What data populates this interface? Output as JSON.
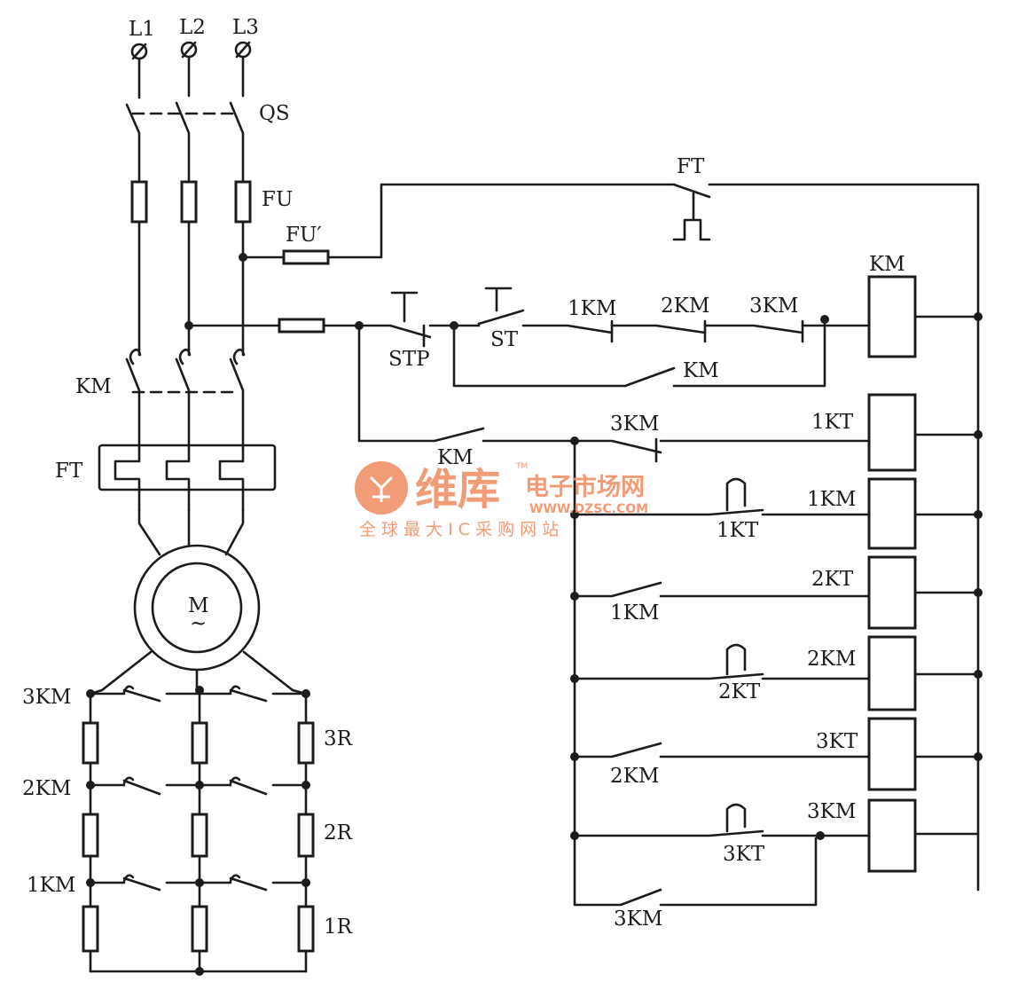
{
  "labels": {
    "l1": "L1",
    "l2": "L2",
    "l3": "L3",
    "qs": "QS",
    "fu": "FU",
    "fu_prime": "FU′",
    "km_main": "KM",
    "ft_main": "FT",
    "motor": "M",
    "motor_tilde": "~",
    "r3km": "3KM",
    "r2km": "2KM",
    "r1km": "1KM",
    "r3r": "3R",
    "r2r": "2R",
    "r1r": "1R",
    "ft_ctrl": "FT",
    "stp": "STP",
    "st": "ST",
    "c1km": "1KM",
    "c2km": "2KM",
    "c3km": "3KM",
    "km_hold": "KM",
    "km_coil": "KM",
    "km_no": "KM",
    "c3km_nc": "3KM",
    "coil_1kt": "1KT",
    "kt1": "1KT",
    "coil_1km": "1KM",
    "c1km_no": "1KM",
    "coil_2kt": "2KT",
    "kt2": "2KT",
    "coil_2km": "2KM",
    "c2km_no": "2KM",
    "coil_3kt": "3KT",
    "kt3": "3KT",
    "coil_3km": "3KM",
    "c3km_hold": "3KM"
  },
  "watermark": {
    "brand": "维库",
    "tm": "TM",
    "tagline": "电子市场网",
    "url": "WWW.DZSC.COM",
    "slogan": "全 球 最 大 I C 采 购 网 站",
    "color": "#f08a60"
  }
}
